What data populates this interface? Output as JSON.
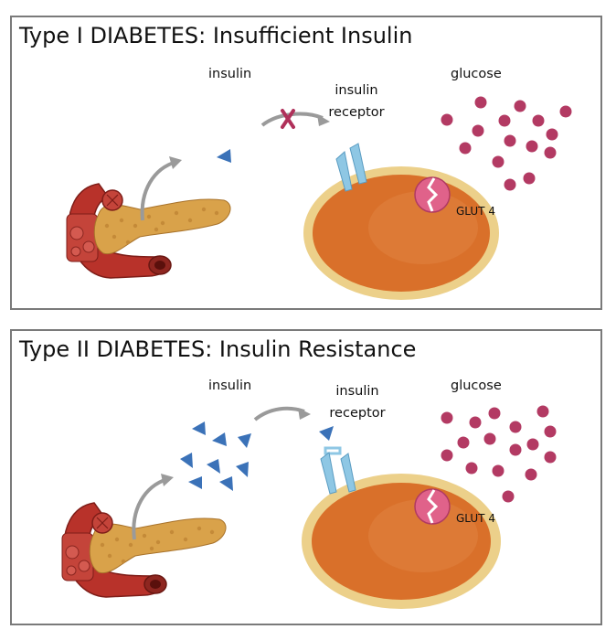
{
  "panels": [
    {
      "title": "Type I DIABETES: Insufficient Insulin",
      "labels": {
        "insulin": "insulin",
        "receptor_line1": "insulin",
        "receptor_line2": "receptor",
        "glucose": "glucose",
        "glut": "GLUT 4"
      },
      "insulin_blocked": true,
      "receptor_state": "unbound"
    },
    {
      "title": "Type II DIABETES: Insulin Resistance",
      "labels": {
        "insulin": "insulin",
        "receptor_line1": "insulin",
        "receptor_line2": "receptor",
        "glucose": "glucose",
        "glut": "GLUT 4"
      },
      "insulin_blocked": false,
      "receptor_state": "resistant"
    }
  ],
  "colors": {
    "insulin": "#3b72b8",
    "glucose": "#b33a63",
    "cell_inner": "#d9702a",
    "cell_membrane": "#ecd08a",
    "receptor": "#8ec7e4",
    "glut": "#e0628a",
    "block_x": "#b0305a",
    "arrow": "#9a9a9a",
    "organ": "#b8322a",
    "pancreas": "#d9a24a"
  },
  "icons": {
    "organ": "pancreas-duodenum-icon",
    "block": "x-mark-icon",
    "transporter": "glut4-transporter-icon"
  }
}
